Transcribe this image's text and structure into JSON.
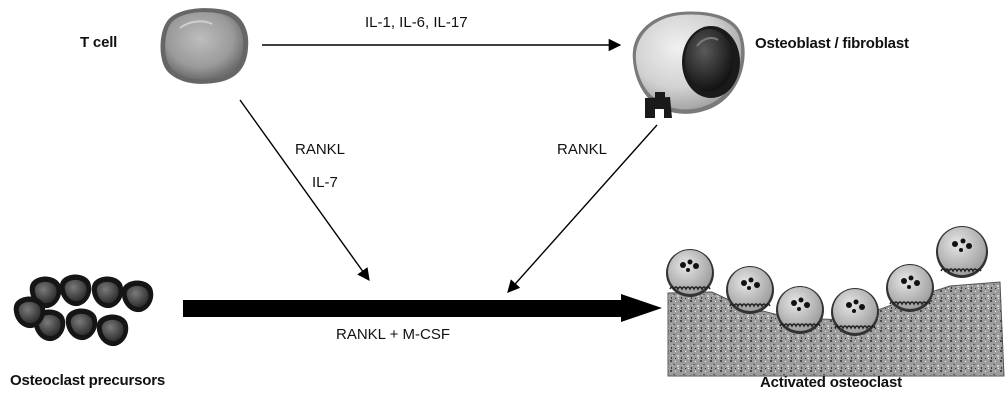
{
  "labels": {
    "t_cell": "T cell",
    "osteoblast": "Osteoblast / fibroblast",
    "precursors": "Osteoclast precursors",
    "activated": "Activated osteoclast"
  },
  "arrows": {
    "top": "IL-1, IL-6, IL-17",
    "left_line1": "RANKL",
    "left_line2": "IL-7",
    "right": "RANKL",
    "main": "RANKL + M-CSF"
  }
}
